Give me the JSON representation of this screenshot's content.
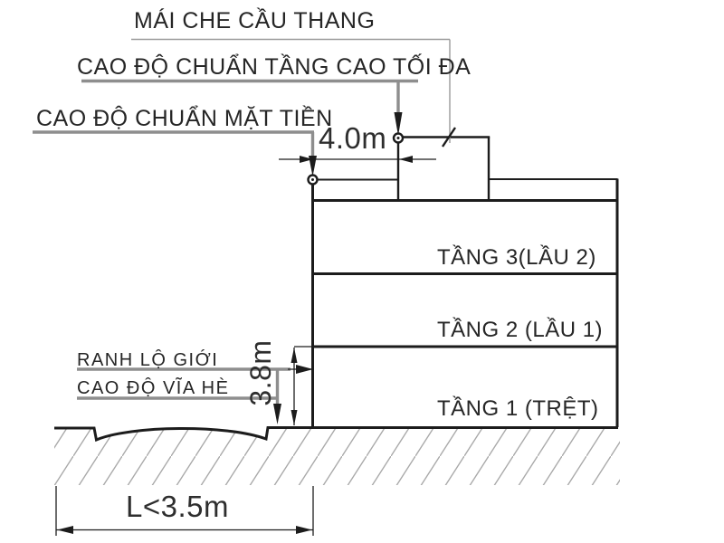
{
  "diagram": {
    "labels": {
      "stair_roof": "MÁI CHE CẦU THANG",
      "max_height_level": "CAO ĐỘ CHUẨN TẦNG CAO TỐI ĐA",
      "facade_level": "CAO ĐỘ CHUẨN MẶT TIỀN",
      "road_boundary": "RANH LỘ GIỚI",
      "sidewalk_level": "CAO ĐỘ VĨA HÈ"
    },
    "dims": {
      "stair_roof_setback": "4.0m",
      "ground_floor_height": "3.8m",
      "road_width": "L<3.5m"
    },
    "floors": [
      {
        "label": "TẦNG 3(LẦU 2)"
      },
      {
        "label": "TẦNG 2 (LẦU 1)"
      },
      {
        "label": "TẦNG 1 (TRỆT)"
      }
    ],
    "icons": {
      "level_markers": "target-circle-marker",
      "pointers": "filled-triangle-arrow",
      "leader_end": "slash-tick"
    },
    "colors": {
      "line_black": "#1c1c1c",
      "line_gray": "#8e8e8e",
      "leader_gray": "#9a9a9a",
      "hatch_gray": "#a9a9a9",
      "text": "#262626",
      "background": "#ffffff"
    }
  }
}
